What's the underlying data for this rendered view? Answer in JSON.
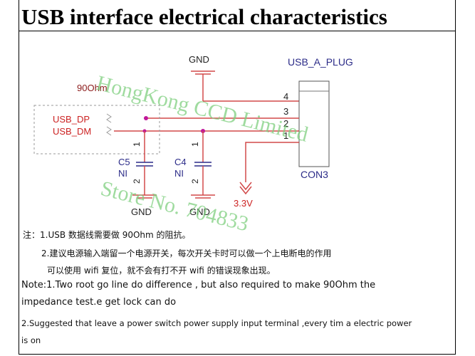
{
  "title": "USB interface electrical characteristics",
  "schematic": {
    "gnd_top": "GND",
    "usb_plug": "USB_A_PLUG",
    "resistor_label": "90Ohm",
    "usb_dp": "USB_DP",
    "usb_dm": "USB_DM",
    "pin4": "4",
    "pin3": "3",
    "pin2": "2",
    "pin1": "1",
    "c5": "C5",
    "c5_ni": "NI",
    "c5_pin1": "1",
    "c5_pin2": "2",
    "c4": "C4",
    "c4_ni": "NI",
    "c4_pin1": "1",
    "c4_pin2": "2",
    "con3": "CON3",
    "vcc": "3.3V",
    "gnd_c5": "GND",
    "gnd_c4": "GND"
  },
  "notes": {
    "line1": "注：1.USB 数据线需要做 90Ohm 的阻抗。",
    "line2": "2.建议电源输入端留一个电源开关，每次开关卡时可以做一个上电断电的作用",
    "line3": "可以使用 wifi 复位，就不会有打不开 wifi 的错误现象出现。",
    "line4": "Note:1.Two root go line do difference , but also required to make 90Ohm the",
    "line5": "impedance test.e get lock can do",
    "line6": "2.Suggested that leave a power switch power supply input terminal ,every tim a electric power",
    "line7": "is on"
  },
  "watermark": {
    "line1": "HongKong CCD Limited",
    "line2": "Store No. 704833"
  },
  "colors": {
    "wire": "#d24a4a",
    "label_red": "#cc2222",
    "label_blue": "#2b2b88",
    "junction": "#c0179b",
    "watermark": "#7fcf7f"
  }
}
